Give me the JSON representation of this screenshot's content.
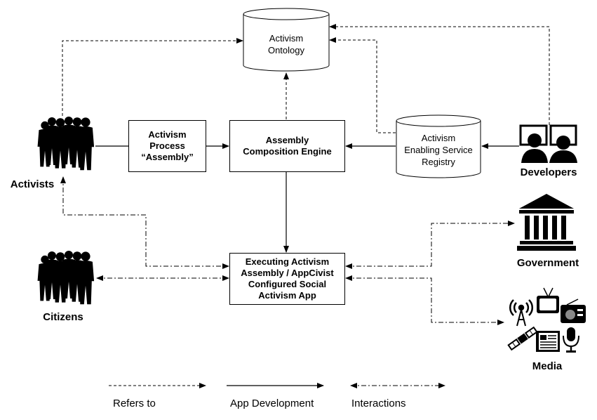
{
  "nodes": {
    "ontology": [
      "Activism",
      "Ontology"
    ],
    "process": [
      "Activism",
      "Process",
      "“Assembly”"
    ],
    "engine": [
      "Assembly",
      "Composition Engine"
    ],
    "registry": [
      "Activism",
      "Enabling Service",
      "Registry"
    ],
    "app": [
      "Executing Activism",
      "Assembly / AppCivist",
      "Configured Social",
      "Activism App"
    ]
  },
  "actors": {
    "activists": "Activists",
    "citizens": "Citizens",
    "developers": "Developers",
    "government": "Government",
    "media": "Media"
  },
  "legend": {
    "refers_to": "Refers to",
    "app_development": "App Development",
    "interactions": "Interactions"
  },
  "icons": {
    "activists": "people-group-icon",
    "citizens": "people-group-icon",
    "developers": "developers-at-computers-icon",
    "government": "government-building-icon",
    "media": [
      "antenna-icon",
      "tv-icon",
      "radio-icon",
      "satellite-icon",
      "newspaper-icon",
      "microphone-icon"
    ]
  }
}
